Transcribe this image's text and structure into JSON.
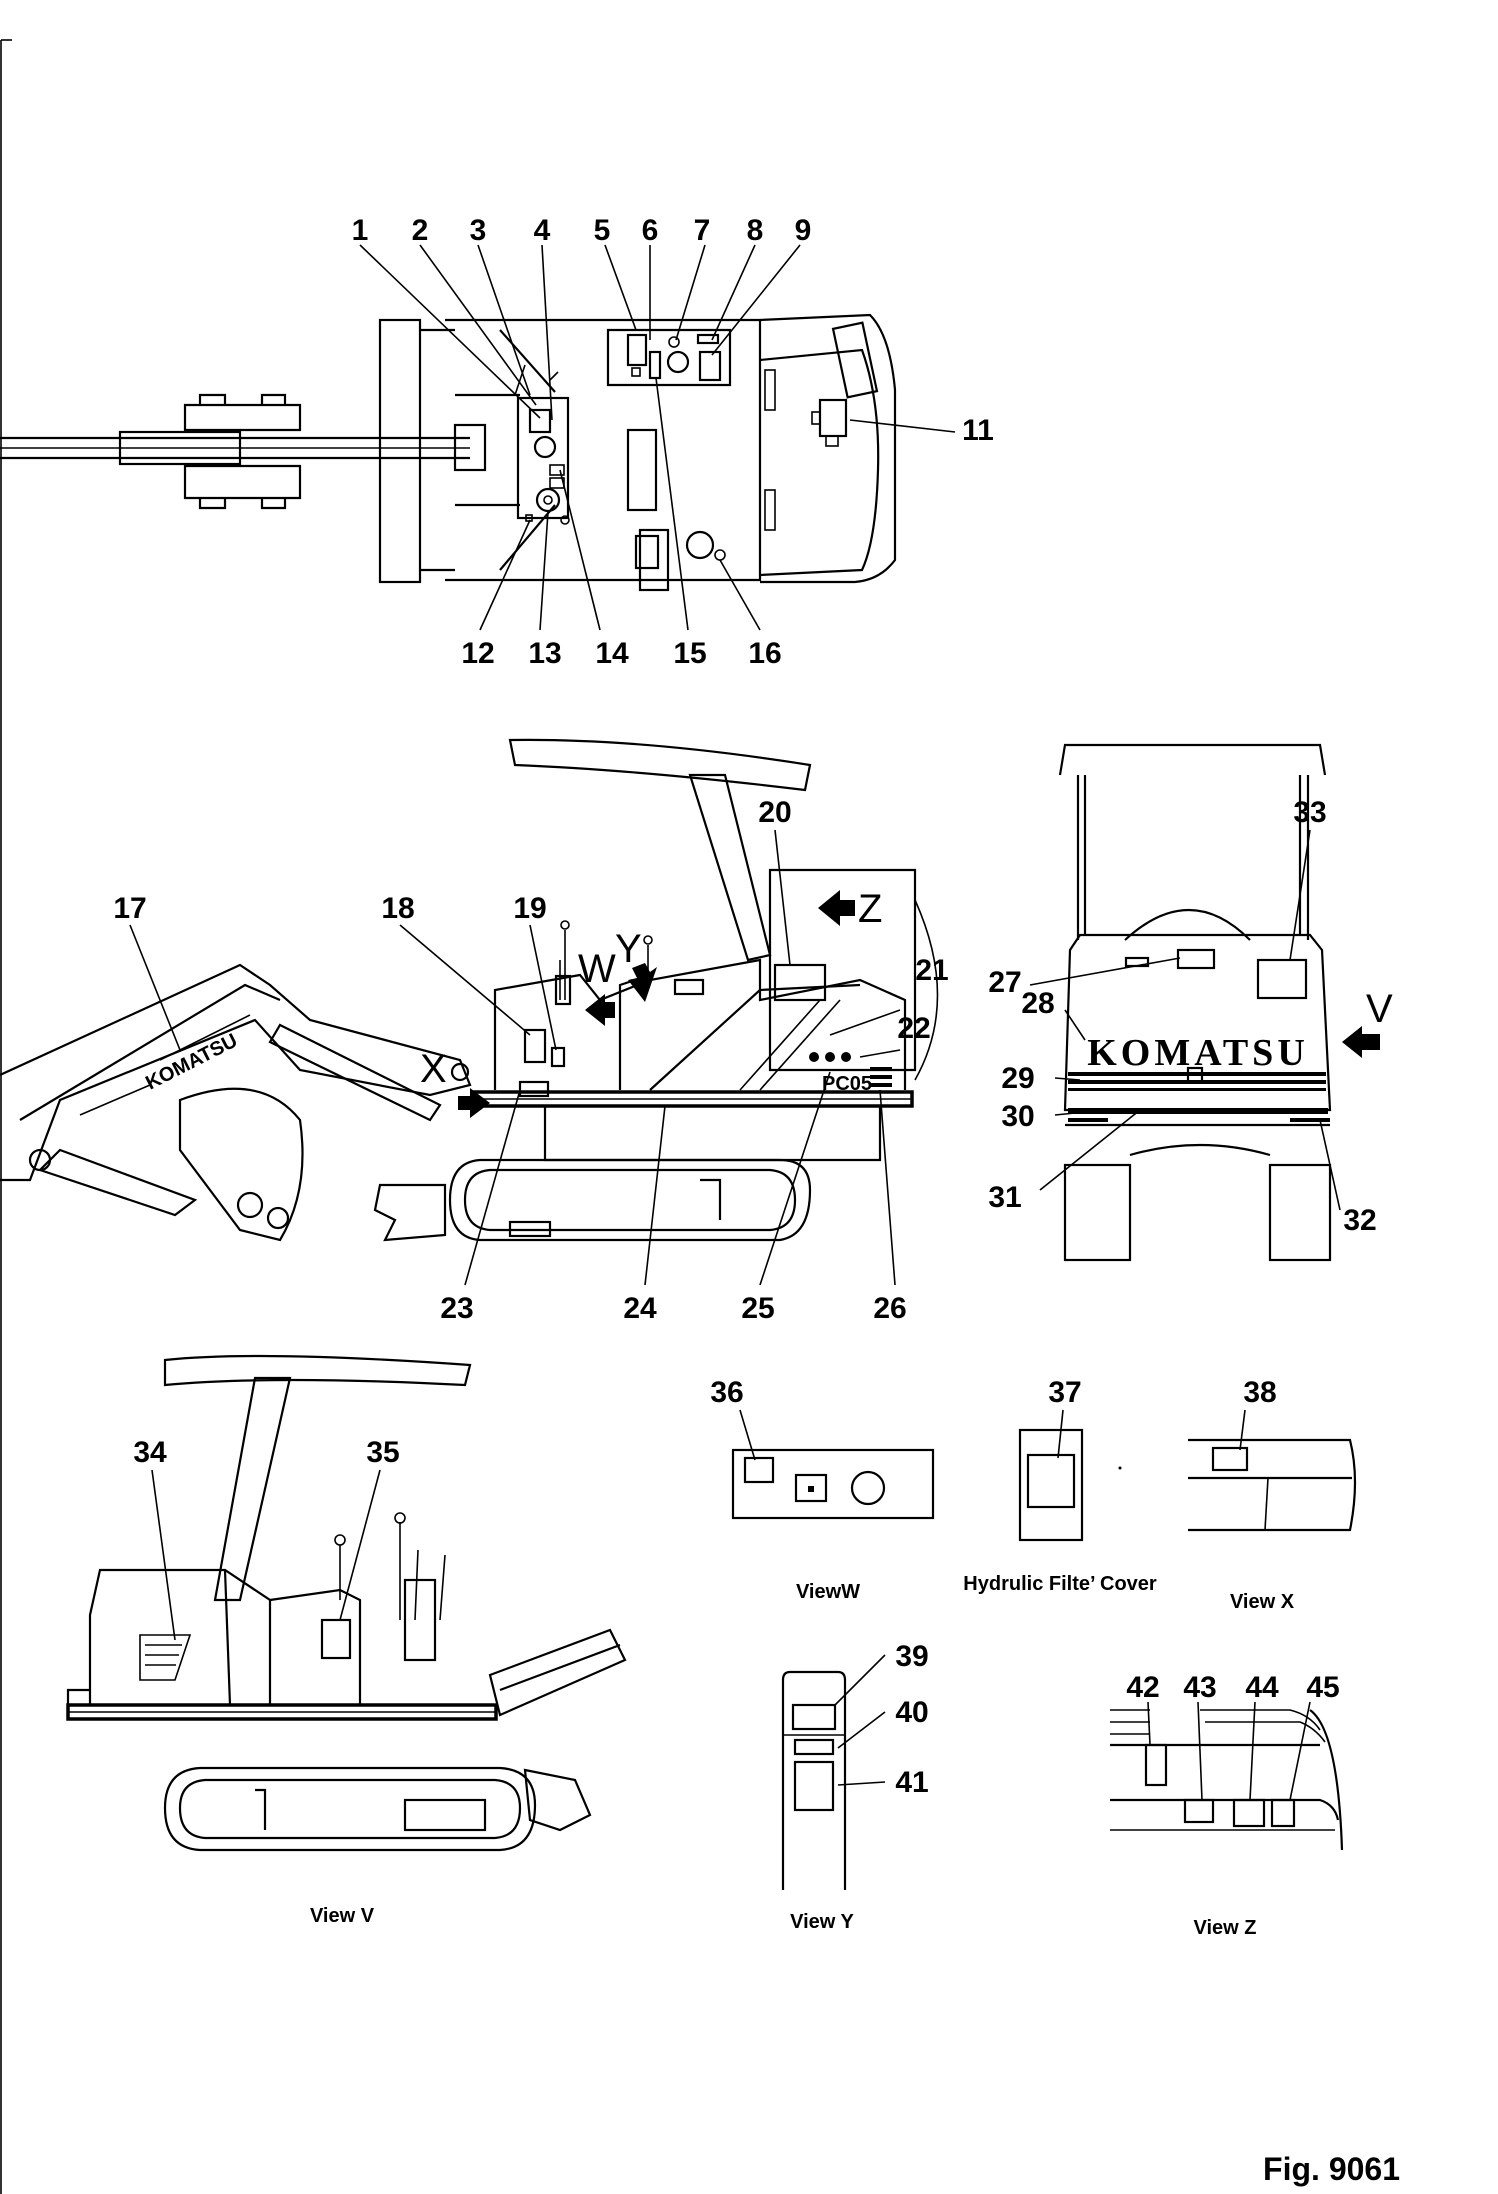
{
  "callouts": {
    "c1": "1",
    "c2": "2",
    "c3": "3",
    "c4": "4",
    "c5": "5",
    "c6": "6",
    "c7": "7",
    "c8": "8",
    "c9": "9",
    "c11": "11",
    "c12": "12",
    "c13": "13",
    "c14": "14",
    "c15": "15",
    "c16": "16",
    "c17": "17",
    "c18": "18",
    "c19": "19",
    "c20": "20",
    "c21": "21",
    "c22": "22",
    "c23": "23",
    "c24": "24",
    "c25": "25",
    "c26": "26",
    "c27": "27",
    "c28": "28",
    "c29": "29",
    "c30": "30",
    "c31": "31",
    "c32": "32",
    "c33": "33",
    "c34": "34",
    "c35": "35",
    "c36": "36",
    "c37": "37",
    "c38": "38",
    "c39": "39",
    "c40": "40",
    "c41": "41",
    "c42": "42",
    "c43": "43",
    "c44": "44",
    "c45": "45"
  },
  "view_arrows": {
    "z": "Z",
    "w": "W",
    "y": "Y",
    "x": "X",
    "v": "V"
  },
  "machine_text": {
    "brand": "KOMATSU",
    "boom_brand": "KOMATSU",
    "model": "PC05"
  },
  "view_labels": {
    "view_w": "ViewW",
    "hydraulic_filter_cover": "Hydrulic Filte’ Cover",
    "view_x": "View X",
    "view_v": "View V",
    "view_y": "View Y",
    "view_z": "View Z"
  },
  "figure_label": "Fig. 9061"
}
